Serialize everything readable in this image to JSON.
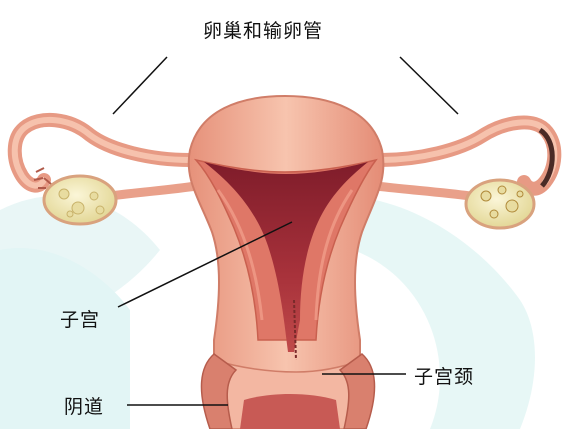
{
  "labels": {
    "ovaries_tubes": "卵巢和输卵管",
    "uterus": "子宫",
    "cervix": "子宫颈",
    "vagina": "阴道"
  },
  "colors": {
    "background": "#ffffff",
    "watermark": "#dff4f4",
    "outer_wall": "#efa58d",
    "inner_wall": "#dc6f61",
    "cavity": "#9e2a34",
    "ovary": "#f2ecc0",
    "leader_line": "#111111"
  }
}
